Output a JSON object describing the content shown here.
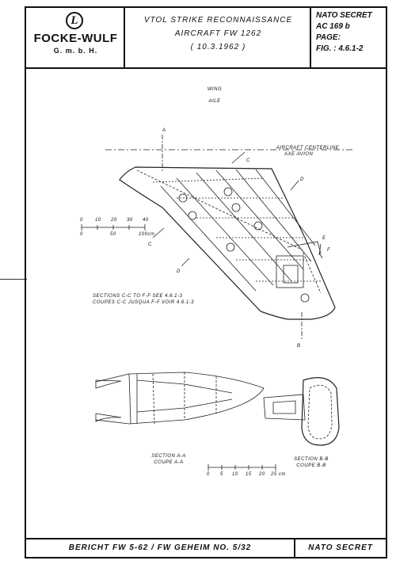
{
  "header": {
    "logo_letter": "L",
    "company": "FOCKE-WULF",
    "company_form": "G. m. b. H.",
    "title_lines": [
      "VTOL STRIKE RECONNAISSANCE",
      "AIRCRAFT  FW 1262",
      "( 10.3.1962 )"
    ],
    "classification_lines": [
      "NATO SECRET",
      "AC  169 b",
      "PAGE:",
      "FIG. : 4.6.1-2"
    ]
  },
  "drawing": {
    "wing_title": "WING",
    "wing_title_fr": "AILE",
    "centerline": "AIRCRAFT CENTERLINE",
    "centerline_fr": "AXE AVION",
    "section_note": "SECTIONS C-C TO F-F SEE 4.6.1-3",
    "section_note_fr": "COUPES C-C JUSQUA F-F VOIR 4.6.1-3",
    "section_aa": "SECTION A-A",
    "section_aa_fr": "COUPE A-A",
    "section_bb": "SECTION B-B",
    "section_bb_fr": "COUPE B-B",
    "cut_labels": {
      "a": "A",
      "b": "B",
      "c": "C",
      "d": "D",
      "e": "E",
      "f": "F"
    },
    "scale_top_ticks": [
      "0",
      "10",
      "20",
      "30",
      "40"
    ],
    "scale_top_ticks_low": [
      "0",
      "50",
      "100cm"
    ],
    "scale_bottom_ticks": [
      "0",
      "5",
      "10",
      "15",
      "20",
      "25 cm"
    ]
  },
  "footer": {
    "report": "BERICHT  FW 5-62  /  FW  GEHEIM  NO. 5/32",
    "classification": "NATO  SECRET"
  }
}
